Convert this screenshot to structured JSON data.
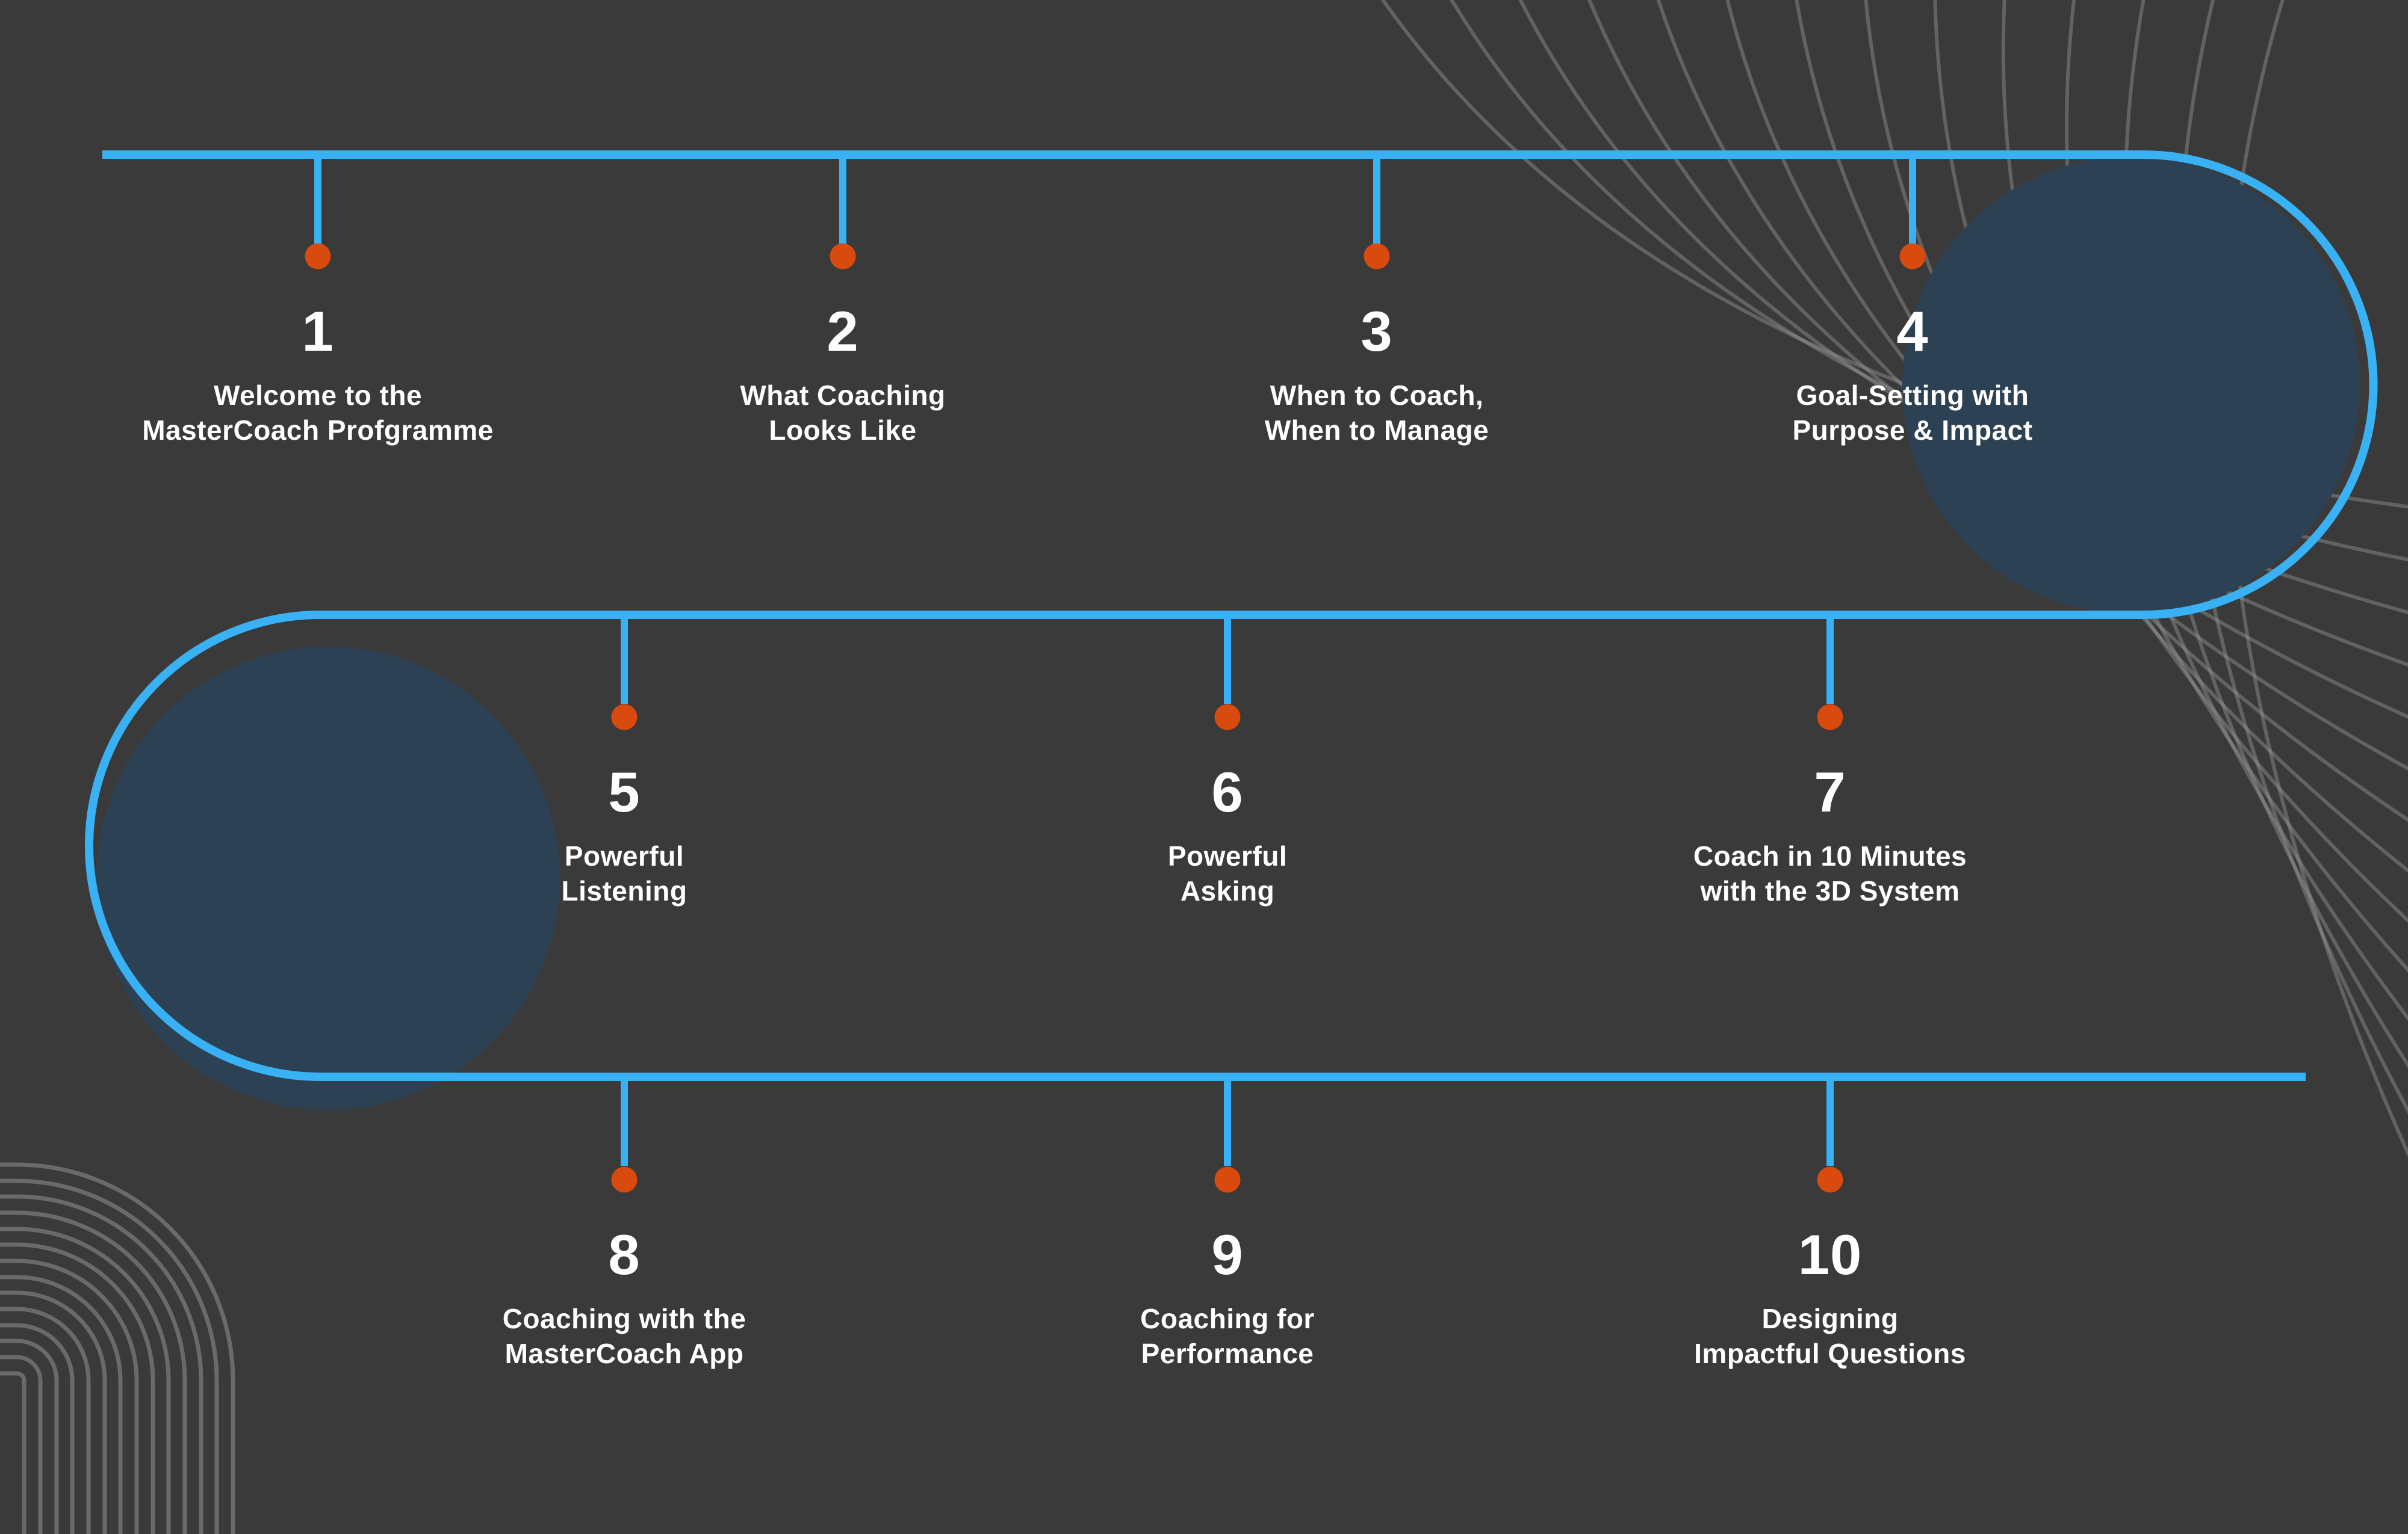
{
  "colors": {
    "background": "#3a3a3a",
    "timeline_blue": "#39b1f5",
    "dot_orange": "#d84a0e",
    "circle_navy": "#2d4155",
    "decoration_gray": "#9a9a9a",
    "text_white": "#ffffff"
  },
  "items": [
    {
      "number": "1",
      "title": "Welcome to the\nMasterCoach Profgramme"
    },
    {
      "number": "2",
      "title": "What Coaching\nLooks Like"
    },
    {
      "number": "3",
      "title": "When to Coach,\nWhen to Manage"
    },
    {
      "number": "4",
      "title": "Goal-Setting with\nPurpose & Impact"
    },
    {
      "number": "5",
      "title": "Powerful\nListening"
    },
    {
      "number": "6",
      "title": "Powerful\nAsking"
    },
    {
      "number": "7",
      "title": "Coach in 10 Minutes\nwith the 3D System"
    },
    {
      "number": "8",
      "title": "Coaching with the\nMasterCoach App"
    },
    {
      "number": "9",
      "title": "Coaching for\nPerformance"
    },
    {
      "number": "10",
      "title": "Designing\nImpactful Questions"
    }
  ]
}
